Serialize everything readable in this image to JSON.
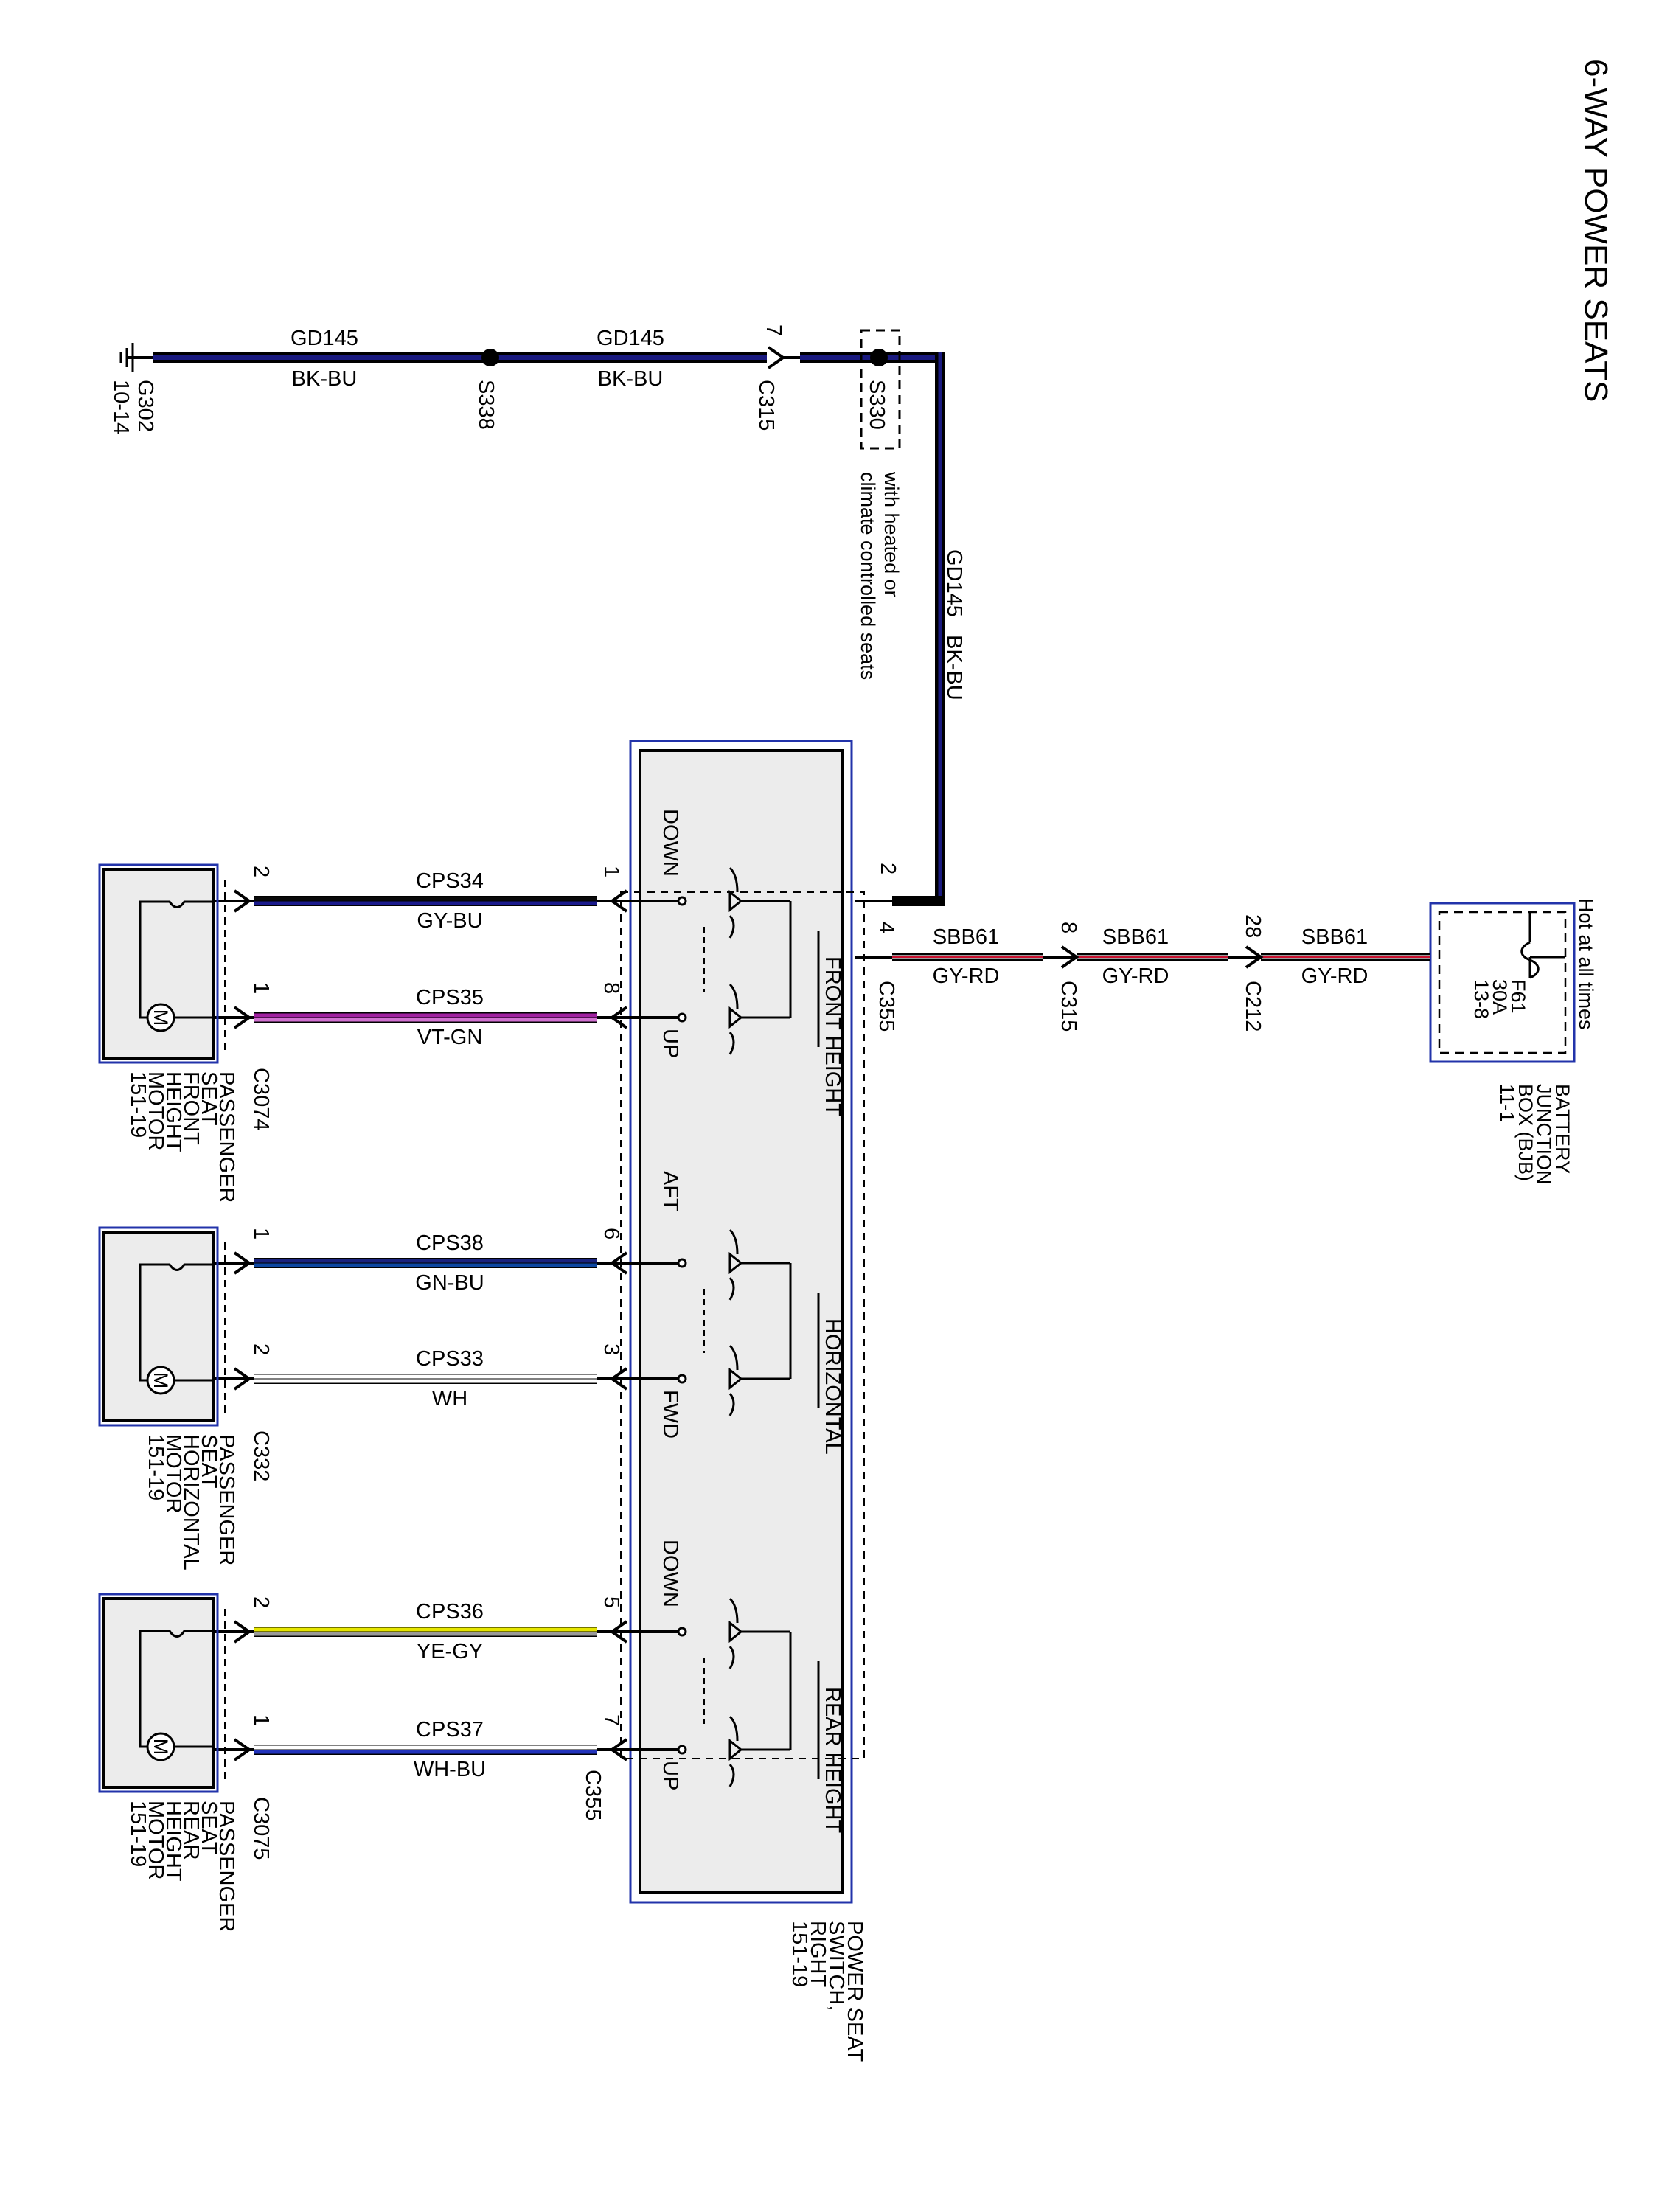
{
  "title": "6-WAY POWER SEATS",
  "ground_circuit": {
    "ground": {
      "id": "G302",
      "page": "10-14"
    },
    "splice_s338": "S338",
    "connector_c315": {
      "id": "C315",
      "pin": "7"
    },
    "splice_s330": "S330",
    "s330_note_line1": "with heated or",
    "s330_note_line2": "climate controlled seats",
    "wire_left": {
      "circuit": "GD145",
      "color": "BK-BU"
    },
    "wire_mid": {
      "circuit": "GD145",
      "color": "BK-BU"
    },
    "wire_vertical": "GD145   BK-BU"
  },
  "power_feed": {
    "hot_label": "Hot at all times",
    "fuse": {
      "id": "F61",
      "rating": "30A",
      "page": "13-8"
    },
    "bjb_name": [
      "BATTERY",
      "JUNCTION",
      "BOX (BJB)",
      "11-1"
    ],
    "c212": {
      "id": "C212",
      "pin": "28"
    },
    "c315": {
      "id": "C315",
      "pin": "8"
    },
    "c355": {
      "id": "C355",
      "pin": "4"
    },
    "wires": [
      {
        "circuit": "SBB61",
        "color": "GY-RD"
      },
      {
        "circuit": "SBB61",
        "color": "GY-RD"
      },
      {
        "circuit": "SBB61",
        "color": "GY-RD"
      }
    ],
    "colors": {
      "gray": "#9a9a9a",
      "red": "#c8102e"
    }
  },
  "switch_box": {
    "name_lines": [
      "POWER SEAT",
      "SWITCH,",
      "RIGHT",
      "151-19"
    ],
    "ground_pin": "2",
    "connector_top": "C355",
    "connector_bottom": "C355",
    "sections": [
      {
        "title": "FRONT HEIGHT",
        "dir1": "DOWN",
        "dir2": "UP"
      },
      {
        "title": "HORIZONTAL",
        "dir1": "AFT",
        "dir2": "FWD"
      },
      {
        "title": "REAR HEIGHT",
        "dir1": "DOWN",
        "dir2": "UP"
      }
    ]
  },
  "motor_wires": [
    {
      "circuit": "CPS34",
      "color": "GY-BU",
      "switch_pin": "1",
      "motor_pin": "2",
      "stripe": [
        "#0a0a0a",
        "#1a1a8c"
      ]
    },
    {
      "circuit": "CPS35",
      "color": "VT-GN",
      "switch_pin": "8",
      "motor_pin": "1",
      "stripe": [
        "#a020a0",
        "#d070d0"
      ]
    },
    {
      "circuit": "CPS38",
      "color": "GN-BU",
      "switch_pin": "6",
      "motor_pin": "1",
      "stripe": [
        "#1a237e",
        "#0d47a1"
      ]
    },
    {
      "circuit": "CPS33",
      "color": "WH",
      "switch_pin": "3",
      "motor_pin": "2",
      "stripe": [
        "#ffffff",
        "#ffffff"
      ]
    },
    {
      "circuit": "CPS36",
      "color": "YE-GY",
      "switch_pin": "5",
      "motor_pin": "2",
      "stripe": [
        "#e6e600",
        "#9a9a9a"
      ]
    },
    {
      "circuit": "CPS37",
      "color": "WH-BU",
      "switch_pin": "7",
      "motor_pin": "1",
      "stripe": [
        "#ffffff",
        "#2233bb"
      ]
    }
  ],
  "motors": [
    {
      "connector": "C3074",
      "name_lines": [
        "PASSENGER",
        "SEAT",
        "FRONT",
        "HEIGHT",
        "MOTOR",
        "151-19"
      ]
    },
    {
      "connector": "C332",
      "name_lines": [
        "PASSENGER",
        "SEAT",
        "HORIZONTAL",
        "MOTOR",
        "151-19"
      ]
    },
    {
      "connector": "C3075",
      "name_lines": [
        "PASSENGER",
        "SEAT",
        "REAR",
        "HEIGHT",
        "MOTOR",
        "151-19"
      ]
    }
  ],
  "motor_symbol": "M",
  "colors": {
    "component_blue": "#2233aa",
    "box_fill": "#ececec",
    "wire_black": "#000000",
    "ground_blue": "#1a1a80"
  }
}
